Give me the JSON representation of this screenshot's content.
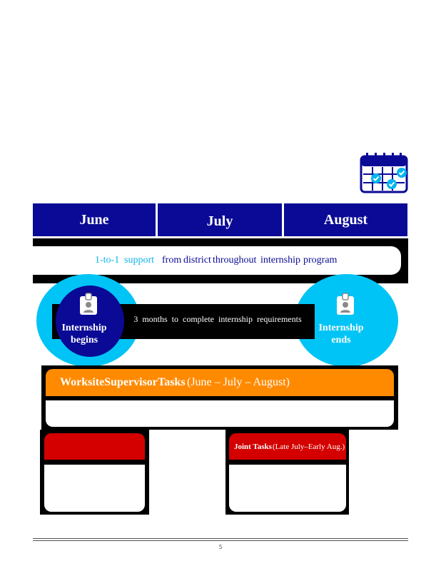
{
  "months": [
    "June",
    "July",
    "August"
  ],
  "support": {
    "part1": "1-to-1",
    "part2": "support",
    "part3": "from",
    "part4": "district",
    "part5": "throughout",
    "part6": "internship",
    "part7": "program"
  },
  "timeline": {
    "start_label": "Internship begins",
    "end_label": "Internship ends",
    "middle_text": "3 months  to complete  internship  requirements"
  },
  "worksite_tasks": {
    "role": "WorksiteSupervisor",
    "tasks_word": "Tasks",
    "period": "(June  –  July –  August)"
  },
  "joint_tasks": {
    "label": "Joint  Tasks",
    "period": "(Late July–Early Aug.)"
  },
  "footer": {
    "page_number": "5"
  },
  "colors": {
    "navy": "#0a0a96",
    "cyan": "#00c4f5",
    "orange": "#ff8a00",
    "red": "#d40000"
  },
  "icons": [
    "calendar-check-icon",
    "id-badge-icon"
  ]
}
